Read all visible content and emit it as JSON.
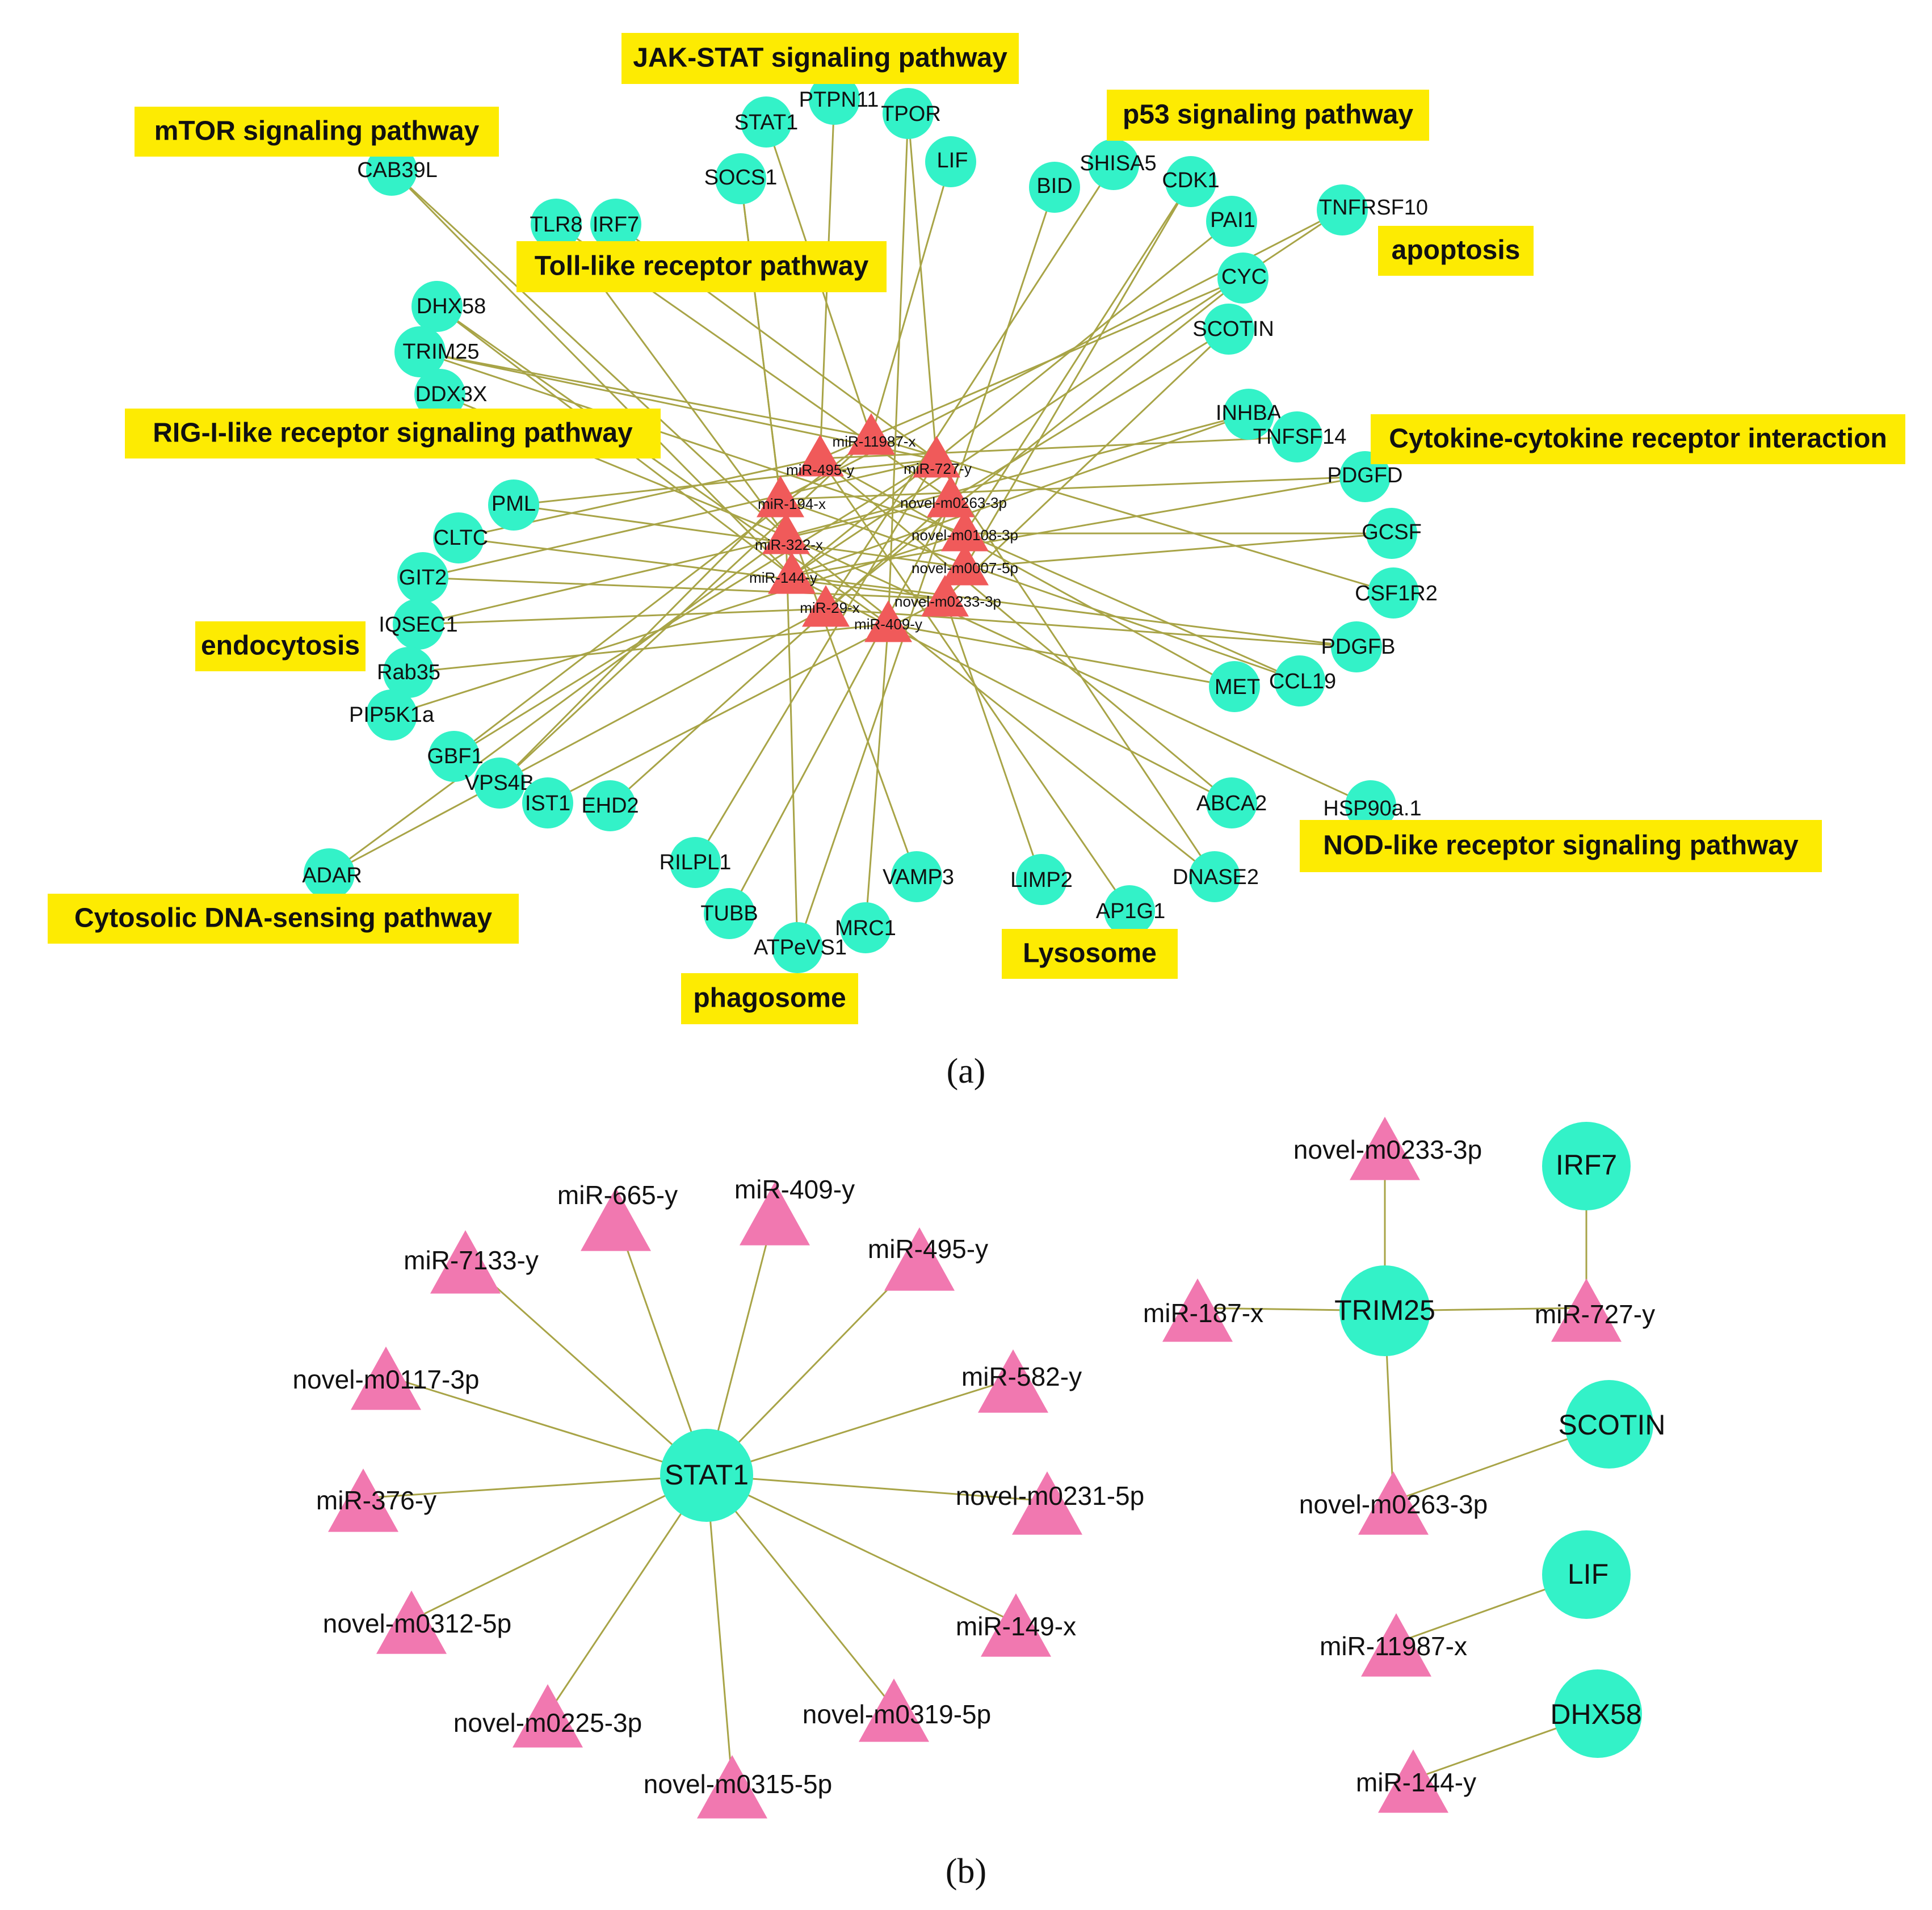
{
  "colors": {
    "gene": "#33f2c8",
    "mirna_a": "#f05a5a",
    "mirna_b": "#f178b0",
    "edge": "#a8a447",
    "pathway_box": "#fdeb02"
  },
  "panel_a": {
    "label": "(a)",
    "pathways": [
      "JAK-STAT signaling pathway",
      "mTOR signaling pathway",
      "p53 signaling pathway",
      "apoptosis",
      "Toll-like receptor pathway",
      "RIG-I-like receptor signaling pathway",
      "Cytokine-cytokine receptor interaction",
      "endocytosis",
      "NOD-like receptor signaling pathway",
      "Cytosolic DNA-sensing pathway",
      "Lysosome",
      "phagosome"
    ],
    "genes": [
      "PTPN11",
      "STAT1",
      "TPOR",
      "LIF",
      "SOCS1",
      "CAB39L",
      "TLR8",
      "IRF7",
      "BID",
      "SHISA5",
      "CDK1",
      "PAI1",
      "TNFRSF10",
      "CYC",
      "SCOTIN",
      "DHX58",
      "TRIM25",
      "DDX3X",
      "INHBA",
      "TNFSF14",
      "PDGFD",
      "GCSF",
      "CSF1R2",
      "PDGFB",
      "MET",
      "CCL19",
      "PML",
      "CLTC",
      "GIT2",
      "IQSEC1",
      "Rab35",
      "PIP5K1a",
      "GBF1",
      "VPS4B",
      "IST1",
      "EHD2",
      "ADAR",
      "HSP90a.1",
      "ABCA2",
      "DNASE2",
      "RILPL1",
      "VAMP3",
      "LIMP2",
      "TUBB",
      "MRC1",
      "ATPeVS1",
      "AP1G1"
    ],
    "mirnas": [
      "miR-11987-x",
      "miR-495-y",
      "miR-727-y",
      "miR-194-x",
      "novel-m0263-3p",
      "miR-322-x",
      "novel-m0108-3p",
      "miR-144-y",
      "novel-m0007-5p",
      "novel-m0233-3p",
      "miR-29-x",
      "miR-409-y"
    ],
    "edges": [
      [
        "miR-495-y",
        "PTPN11"
      ],
      [
        "miR-11987-x",
        "STAT1"
      ],
      [
        "miR-727-y",
        "TPOR"
      ],
      [
        "miR-11987-x",
        "LIF"
      ],
      [
        "miR-194-x",
        "SOCS1"
      ],
      [
        "miR-144-y",
        "CAB39L"
      ],
      [
        "miR-322-x",
        "TLR8"
      ],
      [
        "miR-727-y",
        "IRF7"
      ],
      [
        "novel-m0263-3p",
        "BID"
      ],
      [
        "miR-29-x",
        "SHISA5"
      ],
      [
        "novel-m0108-3p",
        "CDK1"
      ],
      [
        "miR-144-y",
        "PAI1"
      ],
      [
        "miR-194-x",
        "TNFRSF10"
      ],
      [
        "miR-495-y",
        "CYC"
      ],
      [
        "novel-m0263-3p",
        "SCOTIN"
      ],
      [
        "miR-144-y",
        "DHX58"
      ],
      [
        "miR-727-y",
        "TRIM25"
      ],
      [
        "miR-322-x",
        "DDX3X"
      ],
      [
        "miR-322-x",
        "INHBA"
      ],
      [
        "miR-495-y",
        "TNFSF14"
      ],
      [
        "miR-194-x",
        "PDGFD"
      ],
      [
        "novel-m0108-3p",
        "GCSF"
      ],
      [
        "miR-11987-x",
        "CSF1R2"
      ],
      [
        "miR-144-y",
        "PDGFB"
      ],
      [
        "miR-495-y",
        "MET"
      ],
      [
        "miR-194-x",
        "CCL19"
      ],
      [
        "novel-m0007-5p",
        "PML"
      ],
      [
        "novel-m0233-3p",
        "CLTC"
      ],
      [
        "miR-727-y",
        "GIT2"
      ],
      [
        "novel-m0263-3p",
        "IQSEC1"
      ],
      [
        "miR-409-y",
        "Rab35"
      ],
      [
        "novel-m0108-3p",
        "PIP5K1a"
      ],
      [
        "miR-727-y",
        "GBF1"
      ],
      [
        "miR-194-x",
        "VPS4B"
      ],
      [
        "novel-m0233-3p",
        "IST1"
      ],
      [
        "novel-m0263-3p",
        "EHD2"
      ],
      [
        "miR-29-x",
        "ADAR"
      ],
      [
        "miR-322-x",
        "HSP90a.1"
      ],
      [
        "miR-144-y",
        "ABCA2"
      ],
      [
        "miR-322-x",
        "DNASE2"
      ],
      [
        "miR-727-y",
        "RILPL1"
      ],
      [
        "miR-194-x",
        "VAMP3"
      ],
      [
        "novel-m0233-3p",
        "LIMP2"
      ],
      [
        "novel-m0263-3p",
        "TUBB"
      ],
      [
        "miR-409-y",
        "MRC1"
      ],
      [
        "miR-322-x",
        "ATPeVS1"
      ],
      [
        "miR-495-y",
        "AP1G1"
      ],
      [
        "novel-m0007-5p",
        "CDK1"
      ],
      [
        "miR-29-x",
        "CYC"
      ],
      [
        "miR-144-y",
        "TNFRSF10"
      ],
      [
        "novel-m0263-3p",
        "TLR8"
      ],
      [
        "miR-409-y",
        "DHX58"
      ],
      [
        "miR-11987-x",
        "TRIM25"
      ],
      [
        "novel-m0233-3p",
        "GIT2"
      ],
      [
        "miR-727-y",
        "PML"
      ],
      [
        "miR-495-y",
        "ABCA2"
      ],
      [
        "novel-m0108-3p",
        "CCL19"
      ],
      [
        "miR-29-x",
        "PDGFB"
      ],
      [
        "miR-409-y",
        "MET"
      ],
      [
        "miR-144-y",
        "INHBA"
      ],
      [
        "miR-194-x",
        "SOCS1"
      ],
      [
        "miR-322-x",
        "CAB39L"
      ],
      [
        "miR-11987-x",
        "VPS4B"
      ],
      [
        "novel-m0007-5p",
        "GCSF"
      ],
      [
        "miR-495-y",
        "CLTC"
      ],
      [
        "miR-727-y",
        "DNASE2"
      ],
      [
        "novel-m0263-3p",
        "ATPeVS1"
      ],
      [
        "miR-409-y",
        "TPOR"
      ],
      [
        "miR-29-x",
        "IQSEC1"
      ],
      [
        "novel-m0233-3p",
        "SCOTIN"
      ],
      [
        "miR-144-y",
        "PDGFD"
      ],
      [
        "miR-322-x",
        "ADAR"
      ],
      [
        "novel-m0108-3p",
        "TRIM25"
      ],
      [
        "miR-11987-x",
        "GBF1"
      ]
    ]
  },
  "panel_b": {
    "label": "(b)",
    "hub_genes": [
      "STAT1",
      "TRIM25",
      "IRF7",
      "SCOTIN",
      "LIF",
      "DHX58"
    ],
    "mirnas": [
      "miR-665-y",
      "miR-409-y",
      "miR-7133-y",
      "miR-495-y",
      "novel-m0117-3p",
      "miR-582-y",
      "miR-376-y",
      "novel-m0231-5p",
      "novel-m0312-5p",
      "miR-149-x",
      "novel-m0225-3p",
      "novel-m0319-5p",
      "novel-m0315-5p",
      "novel-m0233-3p",
      "miR-187-x",
      "miR-727-y",
      "novel-m0263-3p",
      "miR-11987-x",
      "miR-144-y"
    ],
    "edges": [
      [
        "STAT1",
        "miR-665-y"
      ],
      [
        "STAT1",
        "miR-409-y"
      ],
      [
        "STAT1",
        "miR-7133-y"
      ],
      [
        "STAT1",
        "miR-495-y"
      ],
      [
        "STAT1",
        "novel-m0117-3p"
      ],
      [
        "STAT1",
        "miR-582-y"
      ],
      [
        "STAT1",
        "miR-376-y"
      ],
      [
        "STAT1",
        "novel-m0231-5p"
      ],
      [
        "STAT1",
        "novel-m0312-5p"
      ],
      [
        "STAT1",
        "miR-149-x"
      ],
      [
        "STAT1",
        "novel-m0225-3p"
      ],
      [
        "STAT1",
        "novel-m0319-5p"
      ],
      [
        "STAT1",
        "novel-m0315-5p"
      ],
      [
        "TRIM25",
        "novel-m0233-3p"
      ],
      [
        "TRIM25",
        "miR-187-x"
      ],
      [
        "TRIM25",
        "miR-727-y"
      ],
      [
        "TRIM25",
        "novel-m0263-3p"
      ],
      [
        "IRF7",
        "miR-727-y"
      ],
      [
        "SCOTIN",
        "novel-m0263-3p"
      ],
      [
        "LIF",
        "miR-11987-x"
      ],
      [
        "DHX58",
        "miR-144-y"
      ]
    ]
  }
}
